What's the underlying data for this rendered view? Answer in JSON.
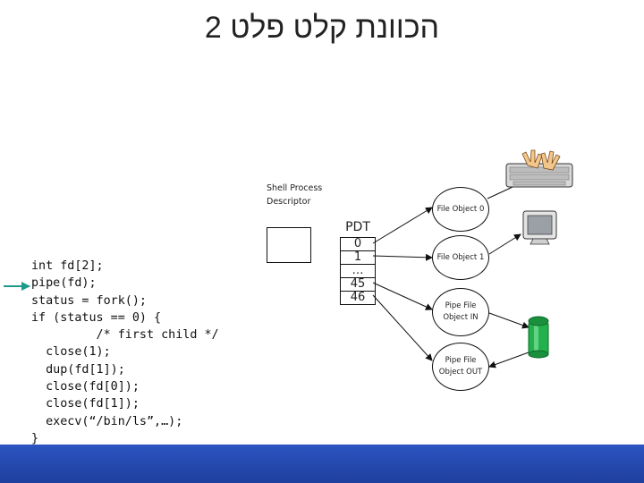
{
  "title": "הכוונת קלט פלט 2",
  "code_lines": [
    "int fd[2];",
    "pipe(fd);",
    "status = fork();",
    "if (status == 0) {",
    "         /* first child */",
    "  close(1);",
    "  dup(fd[1]);",
    "  close(fd[0]);",
    "  close(fd[1]);",
    "  execv(“/bin/ls”,…);",
    "}"
  ],
  "shell_label": "Shell Process Descriptor",
  "pdt_title": "PDT",
  "pdt_entries": [
    "0",
    "1",
    "…",
    "45",
    "46"
  ],
  "file_objects": [
    {
      "label": "File Object 0"
    },
    {
      "label": "File Object 1"
    },
    {
      "label": "Pipe File Object IN"
    },
    {
      "label": "Pipe File Object OUT"
    }
  ],
  "devices": [
    "keyboard-icon",
    "monitor-icon",
    "pipe-icon"
  ],
  "colors": {
    "arrow": "#1e9a8a",
    "footer": "#2a4fb8",
    "pipe": "#22b14c"
  }
}
